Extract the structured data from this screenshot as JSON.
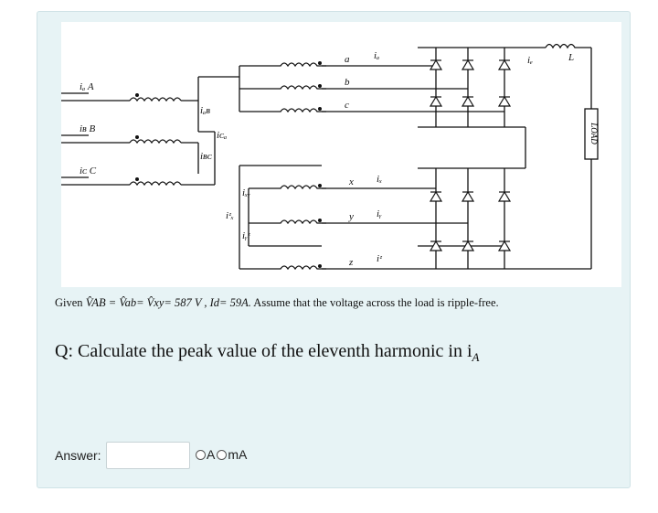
{
  "figure": {
    "labels": {
      "iA_A": "iₐ  A",
      "iB_B": "iʙ  B",
      "iC_C": "iᴄ  C",
      "iAB": "iₐʙ",
      "iCA": "iᴄₐ",
      "iBC": "iʙᴄ",
      "a": "a",
      "b": "b",
      "c": "c",
      "ia": "iₐ",
      "x": "x",
      "y": "y",
      "z": "z",
      "ix": "iₓ",
      "iy": "iᵧ",
      "iz": "iᶻ",
      "ixy": "iₓᵧ",
      "izx": "iᶻₓ",
      "iyz": "iᵧᶻ",
      "id": "iₑ",
      "L": "L",
      "load": "LOAD"
    }
  },
  "given": {
    "prefix": "Given ",
    "vab_expr": "V̂AB = V̂ab= V̂xy= 587 V ,",
    "id_expr": "Id= 59A.",
    "suffix": "Assume that the voltage across the load is ripple-free."
  },
  "question": {
    "text": "Q:  Calculate the peak value of the eleventh harmonic in i",
    "subscript": "A"
  },
  "answer": {
    "label": "Answer:",
    "value": "",
    "units": [
      "A",
      "mA"
    ]
  }
}
